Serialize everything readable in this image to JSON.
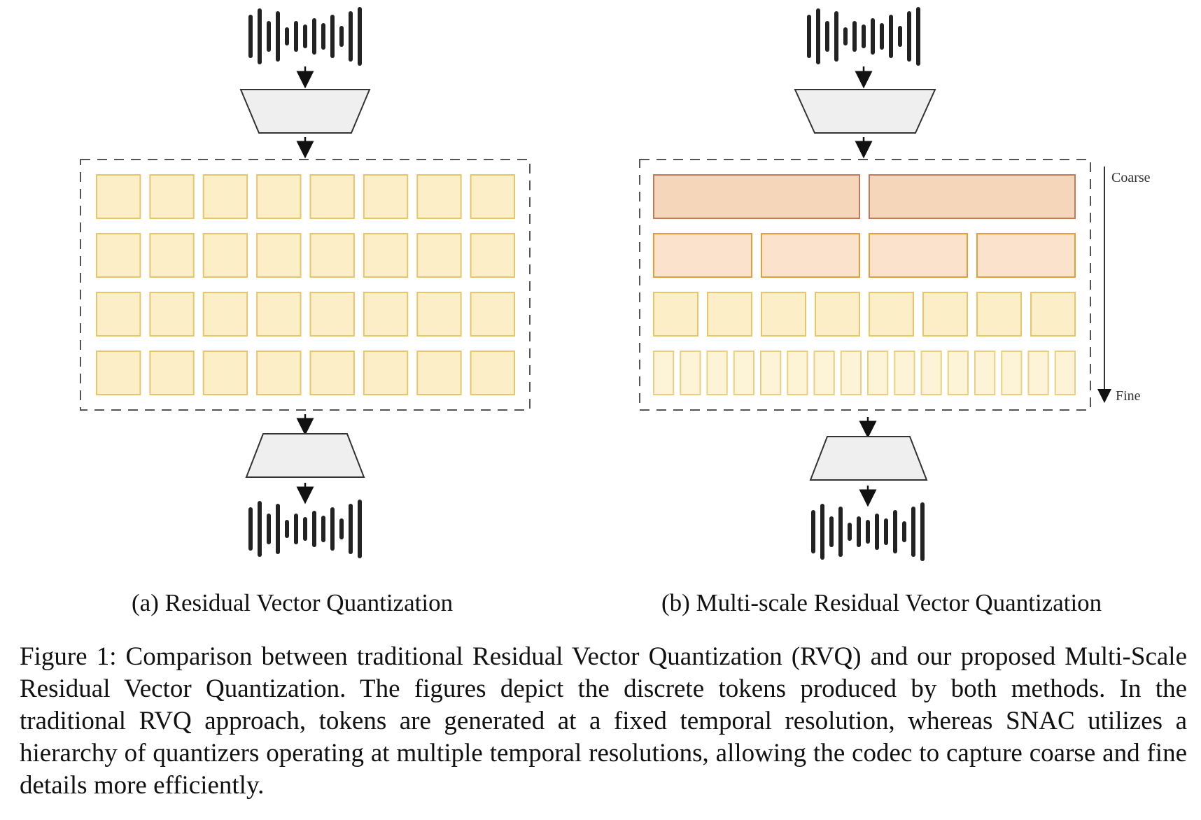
{
  "panel_a": {
    "caption": "(a) Residual Vector Quantization",
    "rows": [
      8,
      8,
      8,
      8
    ]
  },
  "panel_b": {
    "caption": "(b) Multi-scale Residual Vector Quantization",
    "rows": [
      2,
      4,
      8,
      16
    ],
    "axis_top_label": "Coarse",
    "axis_bottom_label": "Fine"
  },
  "caption": {
    "text": "Figure 1: Comparison between traditional Residual Vector Quantization (RVQ) and our proposed Multi-Scale Residual Vector Quantization. The figures depict the discrete tokens produced by both methods. In the traditional RVQ approach, tokens are generated at a fixed temporal resolution, whereas SNAC utilizes a hierarchy of quantizers operating at multiple temporal resolutions, allowing the codec to capture coarse and fine details more efficiently."
  },
  "colors": {
    "token_fill": "#fcefc8",
    "token_stroke": "#e7c66a",
    "coarse_fill": "#f6d6bb",
    "coarse_stroke": "#c07a5c",
    "mid_fill": "#fbe2cc",
    "mid_stroke": "#e0a036",
    "fine_fill": "#fdf3d6",
    "fine_stroke": "#ead07e",
    "codec_fill": "#efefef",
    "codec_stroke": "#333333",
    "wave": "#222222"
  }
}
